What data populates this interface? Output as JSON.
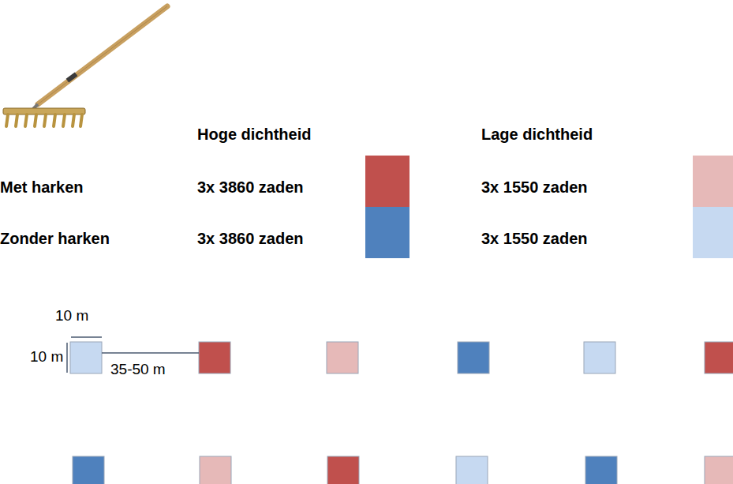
{
  "diagram": {
    "labels": [
      "Hoge dichtheid",
      "Lage dichtheid",
      "Met harken",
      "Zonder harken",
      "10 m",
      "10 m",
      "35-50 m"
    ],
    "legend": [
      {
        "text": "3x 3860 zaden",
        "color": "#c0504d"
      },
      {
        "text": "3x 1550 zaden",
        "color": "#e6b9b8"
      },
      {
        "text": "3x 3860 zaden",
        "color": "#4f81bd"
      },
      {
        "text": "3x 1550 zaden",
        "color": "#c6d9f1"
      }
    ]
  }
}
